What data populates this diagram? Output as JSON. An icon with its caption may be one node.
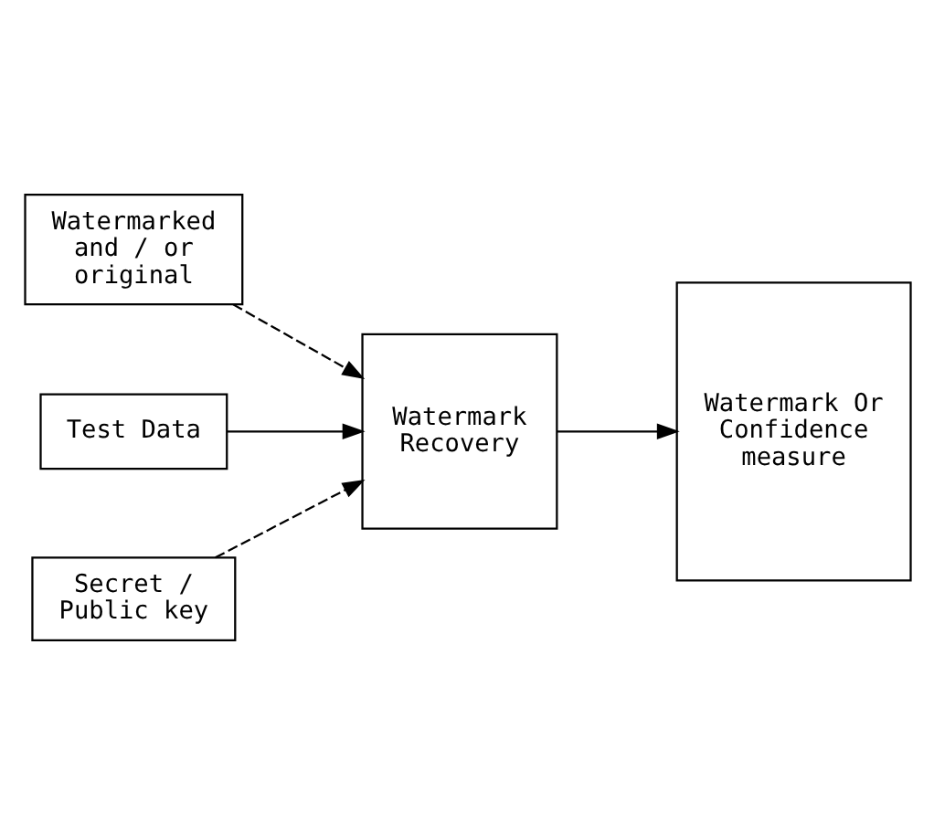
{
  "diagram": {
    "nodes": [
      {
        "text": [
          "Watermarked and / or original"
        ]
      },
      {
        "text": [
          "Test Data"
        ]
      },
      {
        "text": [
          "Watermark Recovery"
        ]
      },
      {
        "text": [
          "Watermark Or Confidence measure"
        ]
      },
      {
        "text": [
          "Secret / Public key"
        ]
      }
    ],
    "edges": [
      {
        "from": 0,
        "to": 2,
        "arrow": "to",
        "style": "dashed"
      },
      {
        "from": 1,
        "to": 2,
        "arrow": "to"
      },
      {
        "from": 2,
        "to": 3,
        "arrow": "to"
      },
      {
        "from": 4,
        "to": 2,
        "arrow": "to",
        "style": "dashed"
      }
    ]
  }
}
